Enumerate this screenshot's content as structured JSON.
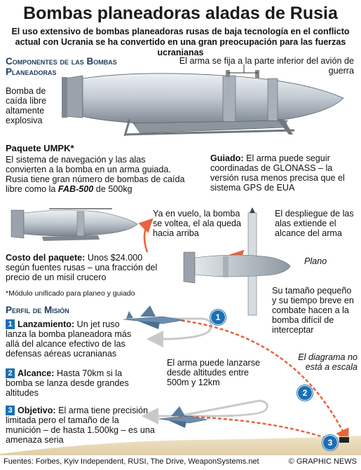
{
  "header": {
    "title": "Bombas planeadoras aladas de Rusia",
    "subtitle": "El uso extensivo de bombas planeadoras rusas de baja tecnología en el conflicto actual con Ucrania se ha convertido en una gran preocupación para las fuerzas ucranianas"
  },
  "components": {
    "heading": "Componentes de las Bombas Planeadoras",
    "attach_note": "El arma se fija a la parte inferior del avión de guerra",
    "bomb_label": "Bomba de caída libre altamente explosiva"
  },
  "umpk": {
    "heading": "Paquete UMPK*",
    "text": "El sistema de navegación y las alas convierten a la bomba en un arma guiada. Rusia tiene gran número de bombas de caída libre como la",
    "model": "FAB-500",
    "tail": " de 500kg"
  },
  "guidance": {
    "heading": "Guiado:",
    "text": " El arma puede seguir coordinadas de GLONASS – la versión rusa menos precisa que el sistema GPS de EUA"
  },
  "flight": {
    "flip_note": "Ya en vuelo, la bomba se voltea, el ala queda hacia arriba",
    "wings_note": "El despliegue de las alas extiende el alcance del arma",
    "plano_label": "Plano",
    "size_note": "Su tamaño pequeño y su tiempo breve en combate hacen a la bomba difícil de interceptar"
  },
  "cost": {
    "heading": "Costo del paquete:",
    "text": " Unos $24.000 según fuentes rusas – una fracción del precio de un misil crucero",
    "footnote": "*Módulo unificado para planeo y guiado"
  },
  "mission": {
    "heading": "Perfil de Misión",
    "steps": [
      {
        "num": "1",
        "title": "Lanzamiento:",
        "text": " Un jet ruso lanza la bomba planeadora más allá del alcance efectivo de las defensas aéreas ucranianas"
      },
      {
        "num": "2",
        "title": "Alcance:",
        "text": " Hasta 70km si la bomba se lanza desde grandes altitudes"
      },
      {
        "num": "3",
        "title": "Objetivo:",
        "text": " El arma tiene precisión limitada pero el tamaño de la munición – de hasta 1.500kg – es una amenaza seria"
      }
    ],
    "altitude_note": "El arma puede lanzarse desde altitudes entre 500m y 12km",
    "scale_note": "El diagrama no está a escala"
  },
  "footer": {
    "sources": "Fuentes: Forbes, Kyiv Independent, RUSI, The Drive, WeaponSystems.net",
    "credit": "© GRAPHIC NEWS"
  },
  "colors": {
    "heading_blue": "#1f3b60",
    "step_blue": "#1b6fb3",
    "arrow_orange": "#e8643c",
    "bomb_grey": "#b8c0c8",
    "ground": "#e9dcc0"
  }
}
